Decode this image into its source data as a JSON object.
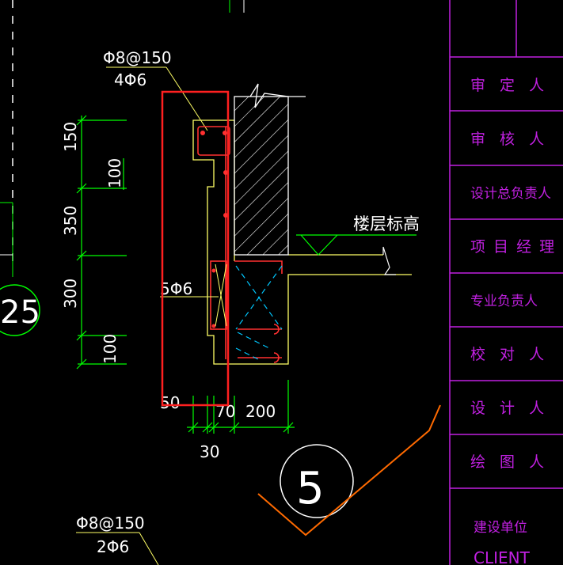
{
  "drawing": {
    "top_rebar": {
      "stirrup": "Φ8@150",
      "bars": "4Φ6"
    },
    "bottom_rebar": {
      "stirrup": "Φ8@150",
      "bars": "2Φ6"
    },
    "side_bars": "5Φ6",
    "vertical_dims": [
      "150",
      "100",
      "350",
      "300",
      "100"
    ],
    "horizontal_dims": [
      "50",
      "70",
      "200",
      "30"
    ],
    "floor_level_label": "楼层标高",
    "axis_bubble_left": "25",
    "axis_bubble_center": "5"
  },
  "title_block": {
    "rows": [
      "审 定 人",
      "审 核 人",
      "设计总负责人",
      "项 目 经 理",
      "专业负责人",
      "校 对 人",
      "设 计 人",
      "绘 图 人"
    ],
    "owner_label": "建设单位",
    "client_label": "CLIENT"
  },
  "colors": {
    "background": "#000000",
    "dimension": "#00ff00",
    "outline": "#ffff66",
    "rebar": "#ff3030",
    "highlight": "#ff2020",
    "title_block": "#c020e0",
    "hatch": "#ffffff",
    "cyan_hidden": "#00c8ff",
    "cloud_line": "#ff6a00"
  }
}
